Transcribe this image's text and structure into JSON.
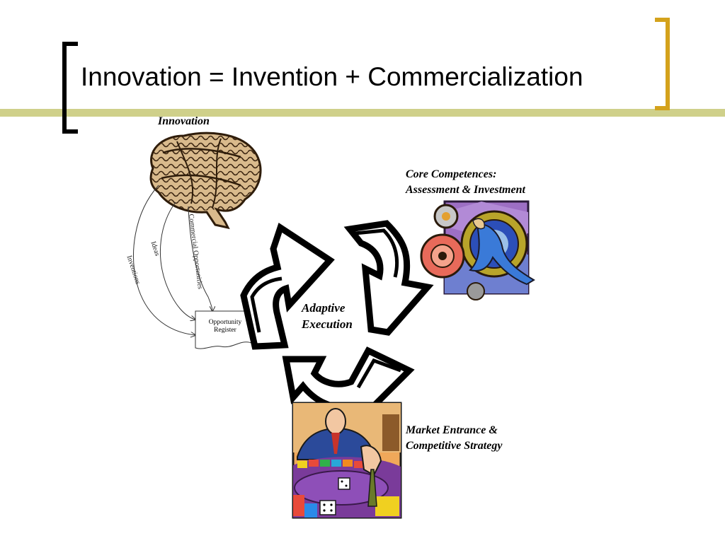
{
  "slide": {
    "title": "Innovation = Invention + Commercialization"
  },
  "diagram": {
    "innovation_label": "Innovation",
    "core_label_line1": "Core Competences:",
    "core_label_line2": "Assessment & Investment",
    "adaptive_label_line1": "Adaptive",
    "adaptive_label_line2": "Execution",
    "market_label_line1": "Market Entrance &",
    "market_label_line2": "Competitive Strategy",
    "flow_inventions": "Inventions",
    "flow_ideas": "Ideas",
    "flow_commercial": "Commercial Opportunities",
    "register_line1": "Opportunity",
    "register_line2": "Register"
  },
  "colors": {
    "accent_bar": "#cfd08a",
    "bracket_right": "#d4a21c",
    "bracket_left": "#000000"
  },
  "icons": [
    "brain-icon",
    "gears-clipart-icon",
    "board-game-clipart-icon",
    "cycle-arrow-icon"
  ]
}
